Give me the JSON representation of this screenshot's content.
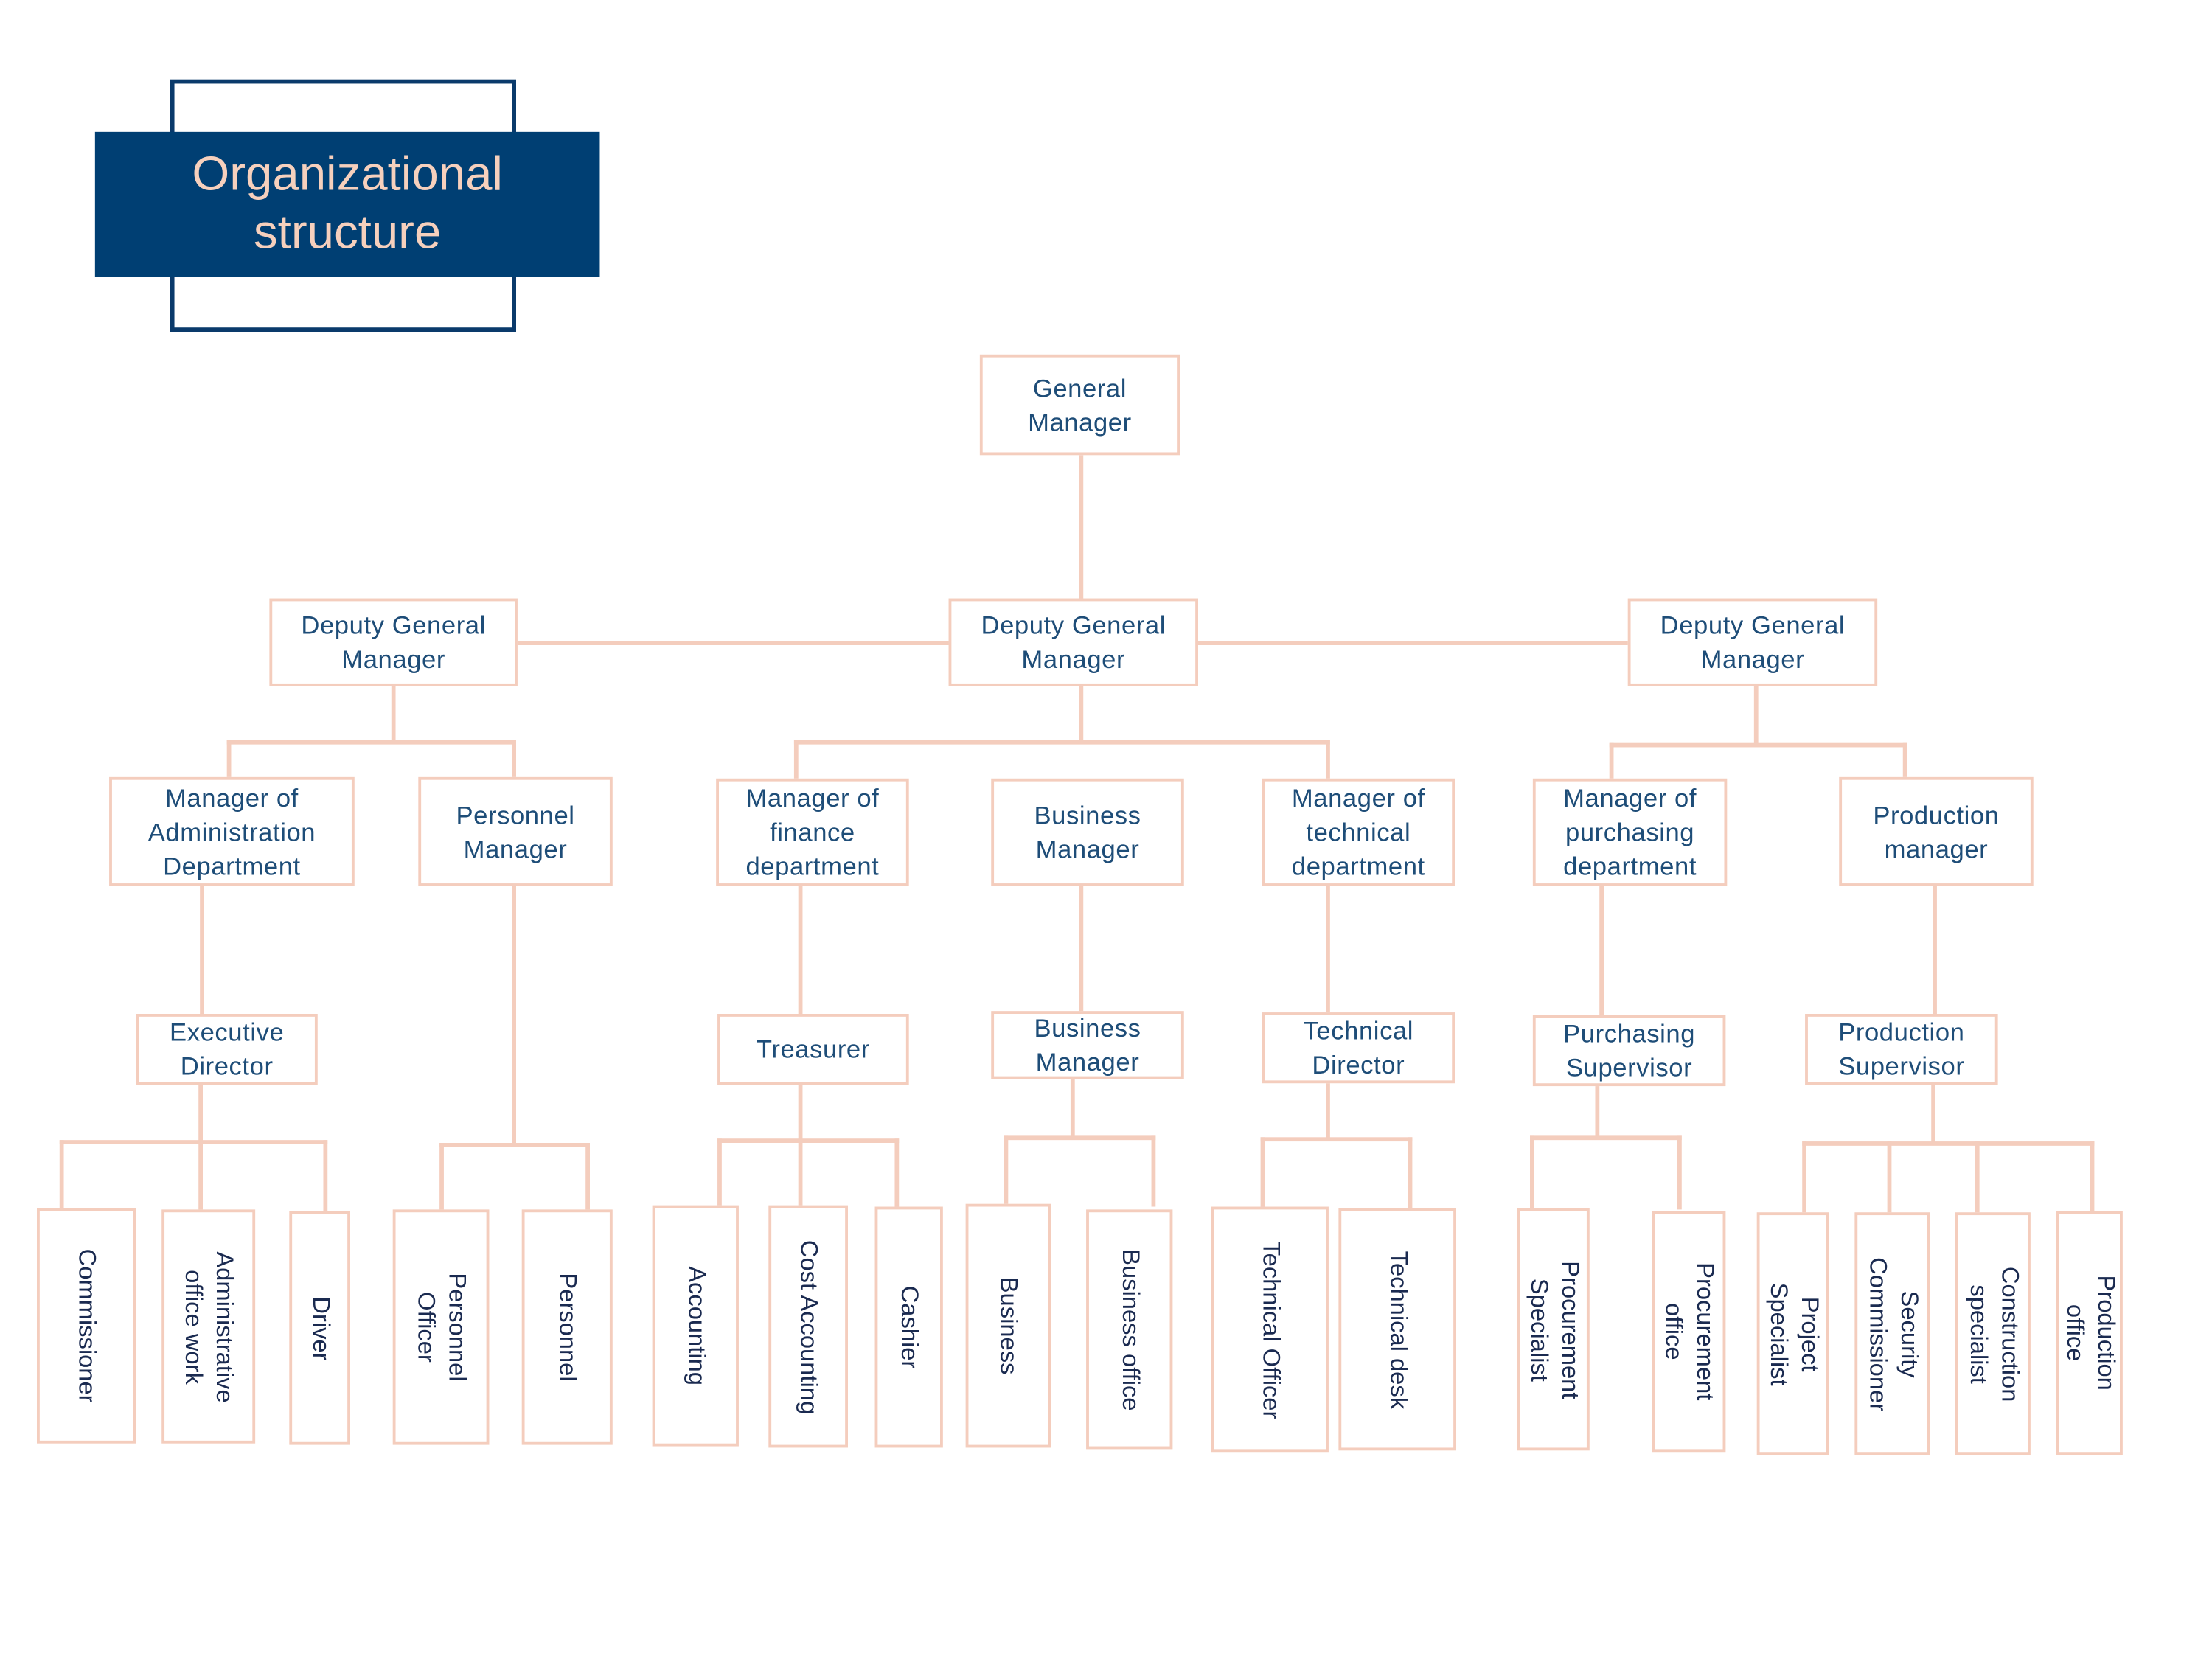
{
  "title": "Organizational\nstructure",
  "colors": {
    "banner": "#003f73",
    "banner_text": "#f6d0bd",
    "box_border": "#f4cdbd",
    "box_text": "#1e4d78"
  },
  "nodes": {
    "gm": "General\nManager",
    "dgm_left": "Deputy General\nManager",
    "dgm_center": "Deputy General\nManager",
    "dgm_right": "Deputy General\nManager",
    "mgr_admin": "Manager of\nAdministration\nDepartment",
    "personnel_manager": "Personnel\nManager",
    "mgr_finance": "Manager of\nfinance\ndepartment",
    "business_manager": "Business\nManager",
    "mgr_technical": "Manager of\ntechnical\ndepartment",
    "mgr_purchasing": "Manager of\npurchasing\ndepartment",
    "production_manager": "Production\nmanager",
    "executive_director": "Executive\nDirector",
    "treasurer": "Treasurer",
    "business_manager_2": "Business\nManager",
    "technical_director": "Technical\nDirector",
    "purchasing_supervisor": "Purchasing\nSupervisor",
    "production_supervisor": "Production\nSupervisor"
  },
  "leaves": {
    "commissioner": "Commissioner",
    "admin_office_work": "Administrative\noffice work",
    "driver": "Driver",
    "personnel_officer": "Personnel\nOfficer",
    "personnel": "Personnel",
    "accounting": "Accounting",
    "cost_accounting": "Cost Accounting",
    "cashier": "Cashier",
    "business": "Business",
    "business_office": "Business office",
    "technical_officer": "Technical Officer",
    "technical_desk": "Technical desk",
    "procurement_specialist": "Procurement\nSpecialist",
    "procurement_office": "Procurement\noffice",
    "project_specialist": "Project\nSpecialist",
    "security_commissioner": "Security\nCommissioner",
    "construction_specialist": "Construction\nspecialist",
    "production_office": "Production\noffice"
  }
}
